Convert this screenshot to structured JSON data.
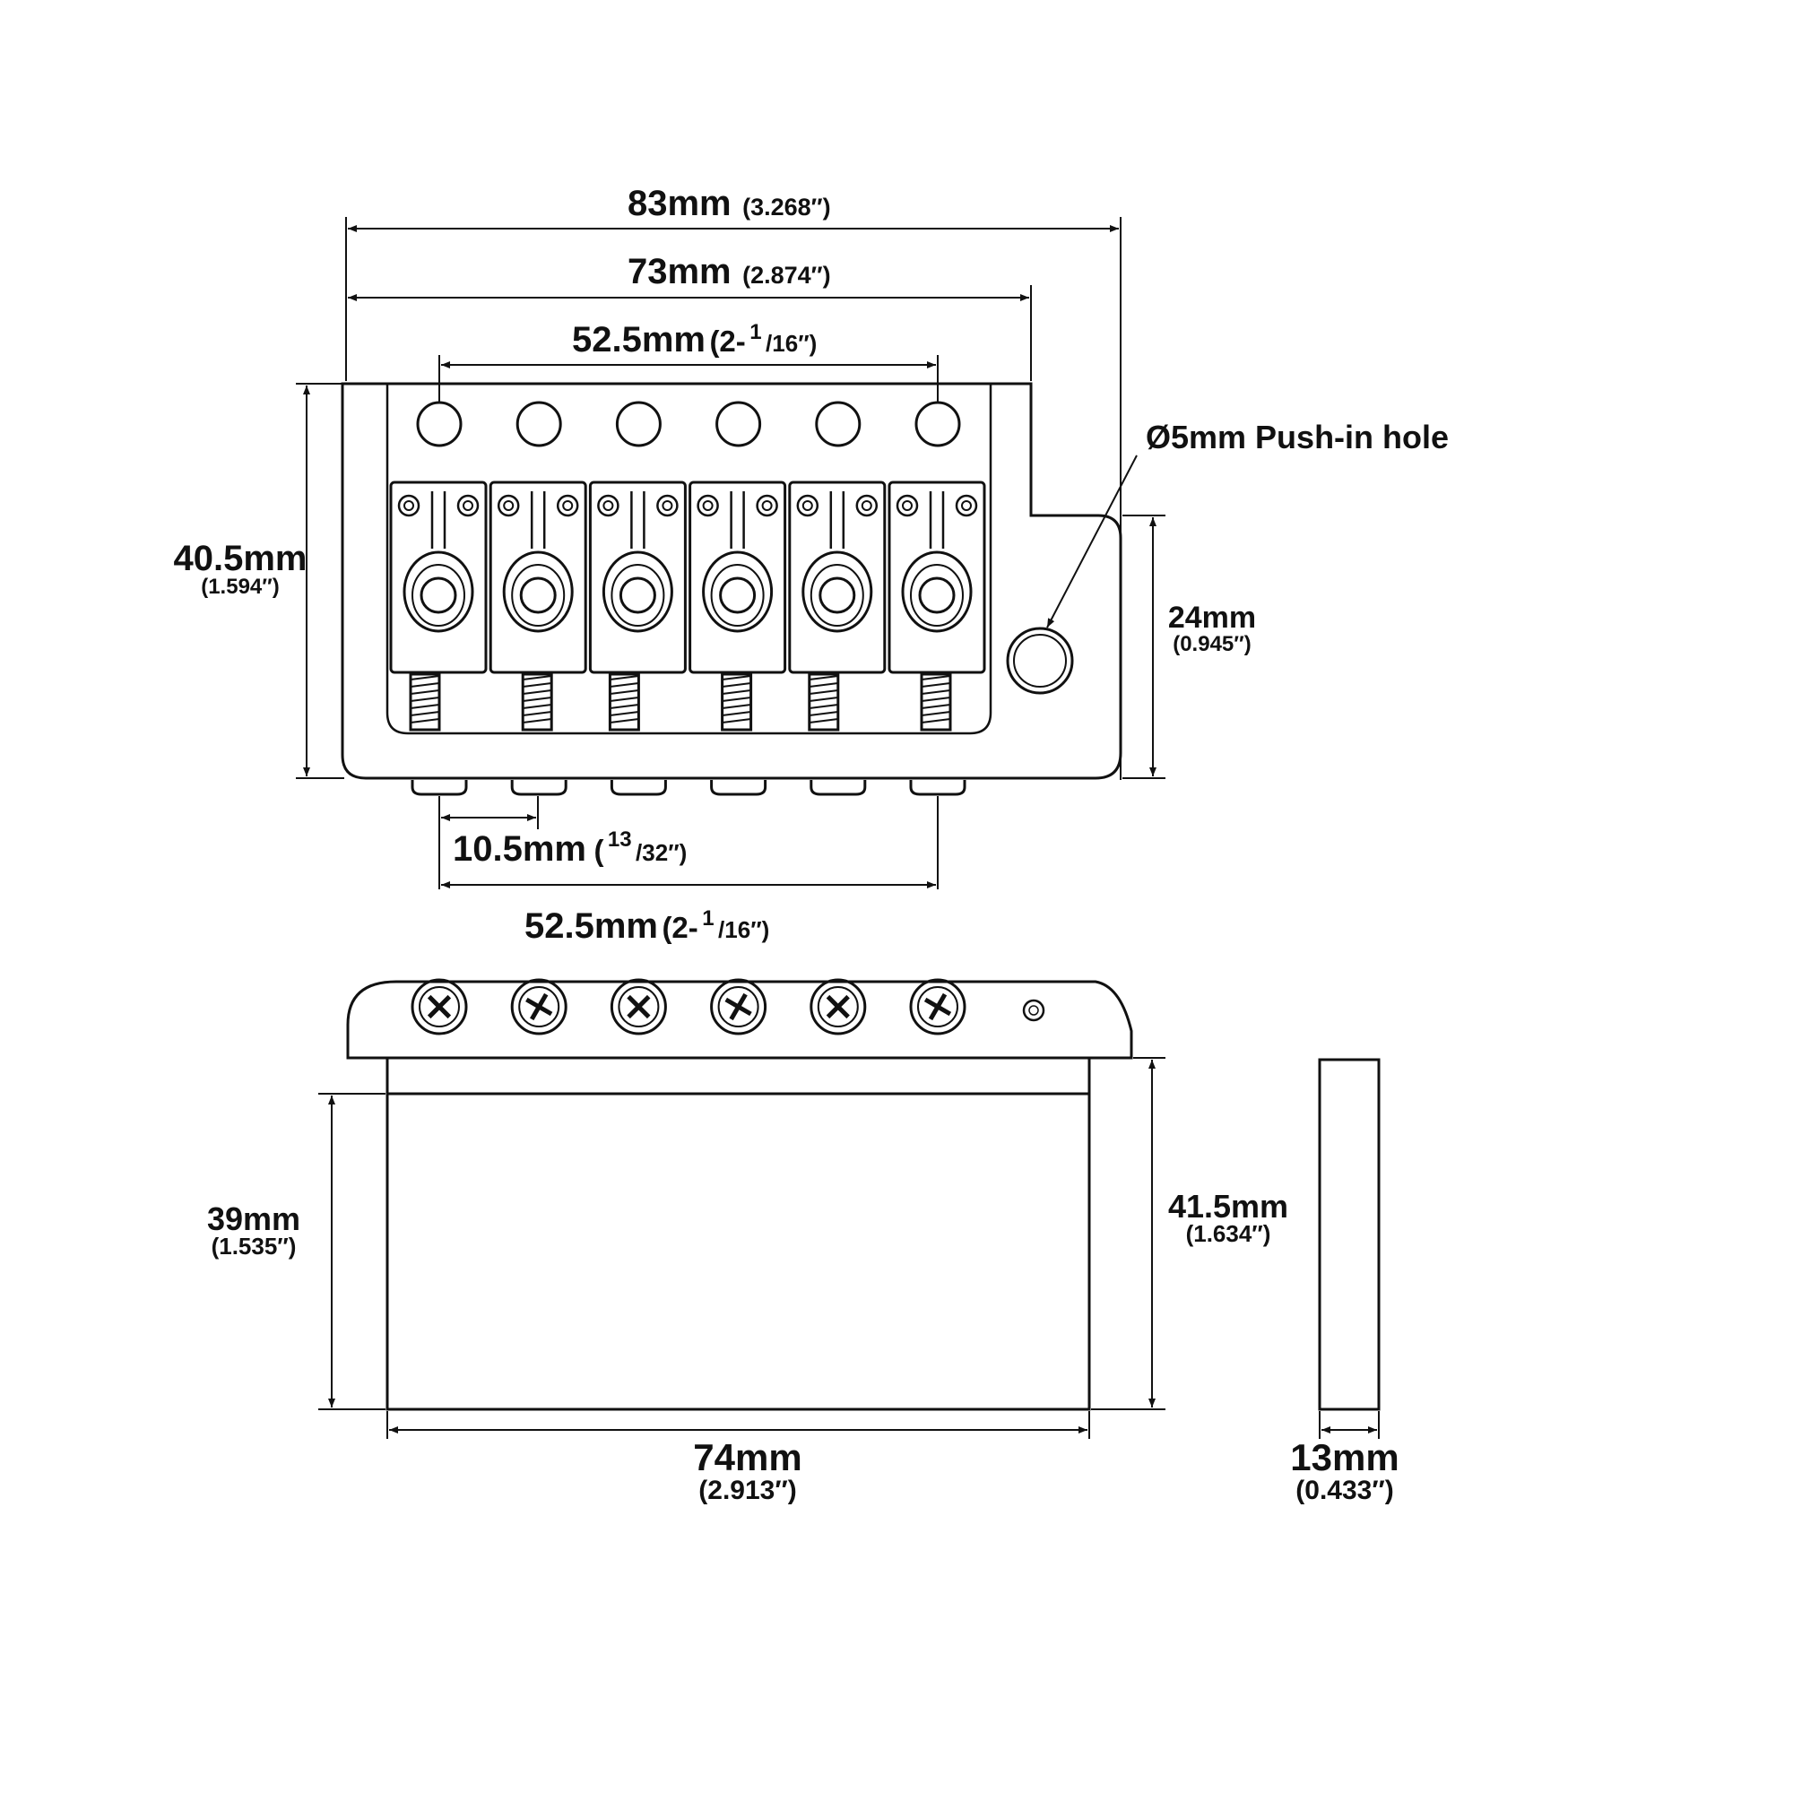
{
  "diagram": {
    "colors": {
      "line": "#111111",
      "background": "#ffffff"
    },
    "top_view": {
      "width_overall": {
        "metric": "83mm",
        "imperial": "(3.268″)"
      },
      "width_plate": {
        "metric": "73mm",
        "imperial": "(2.874″)"
      },
      "string_spacing_top": {
        "metric": "52.5mm",
        "imperial_open": "(2-",
        "imperial_num": "1",
        "imperial_den": "/16″)"
      },
      "height": {
        "metric": "40.5mm",
        "imperial": "(1.594″)"
      },
      "ear_height": {
        "metric": "24mm",
        "imperial": "(0.945″)"
      },
      "push_hole": "Ø5mm Push-in hole",
      "saddle_pitch": {
        "metric": "10.5mm",
        "imperial_open": "(",
        "imperial_num": "13",
        "imperial_den": "/32″)"
      },
      "string_spacing_bottom": {
        "metric": "52.5mm",
        "imperial_open": "(2-",
        "imperial_num": "1",
        "imperial_den": "/16″)"
      },
      "string_holes": 6,
      "saddles": 6
    },
    "side_view": {
      "block_height": {
        "metric": "39mm",
        "imperial": "(1.535″)"
      },
      "total_height": {
        "metric": "41.5mm",
        "imperial": "(1.634″)"
      },
      "block_width": {
        "metric": "74mm",
        "imperial": "(2.913″)"
      },
      "screws": 6
    },
    "end_view": {
      "block_thickness": {
        "metric": "13mm",
        "imperial": "(0.433″)"
      }
    }
  }
}
